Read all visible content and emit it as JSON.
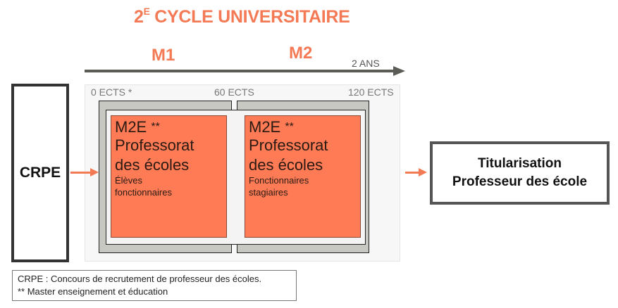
{
  "header": {
    "title_prefix": "2",
    "title_sup": "E",
    "title_main": " CYCLE UNIVERSITAIRE"
  },
  "timeline": {
    "m1_label": "M1",
    "m2_label": "M2",
    "duration_label": "2 ANS",
    "ects_start": "0 ECTS *",
    "ects_mid": "60 ECTS",
    "ects_end": "120 ECTS"
  },
  "entry": {
    "label": "CRPE"
  },
  "cards": [
    {
      "title": "M2E",
      "stars": "**",
      "line2": "Professorat",
      "line3": "des écoles",
      "sub1": "Élèves",
      "sub2": "fonctionnaires"
    },
    {
      "title": "M2E",
      "stars": "**",
      "line2": "Professorat",
      "line3": "des écoles",
      "sub1": "Fonctionnaires",
      "sub2": "stagiaires"
    }
  ],
  "outcome": {
    "line1": "Titularisation",
    "line2": "Professeur des école"
  },
  "legend": {
    "line1": "CRPE : Concours de recrutement de professeur des écoles.",
    "line2": "** Master enseignement et éducation"
  },
  "colors": {
    "accent": "#f47a55",
    "card_fill": "#ff7b55",
    "grey_frame": "#c8c8c2",
    "timeline": "#5c5c56"
  }
}
